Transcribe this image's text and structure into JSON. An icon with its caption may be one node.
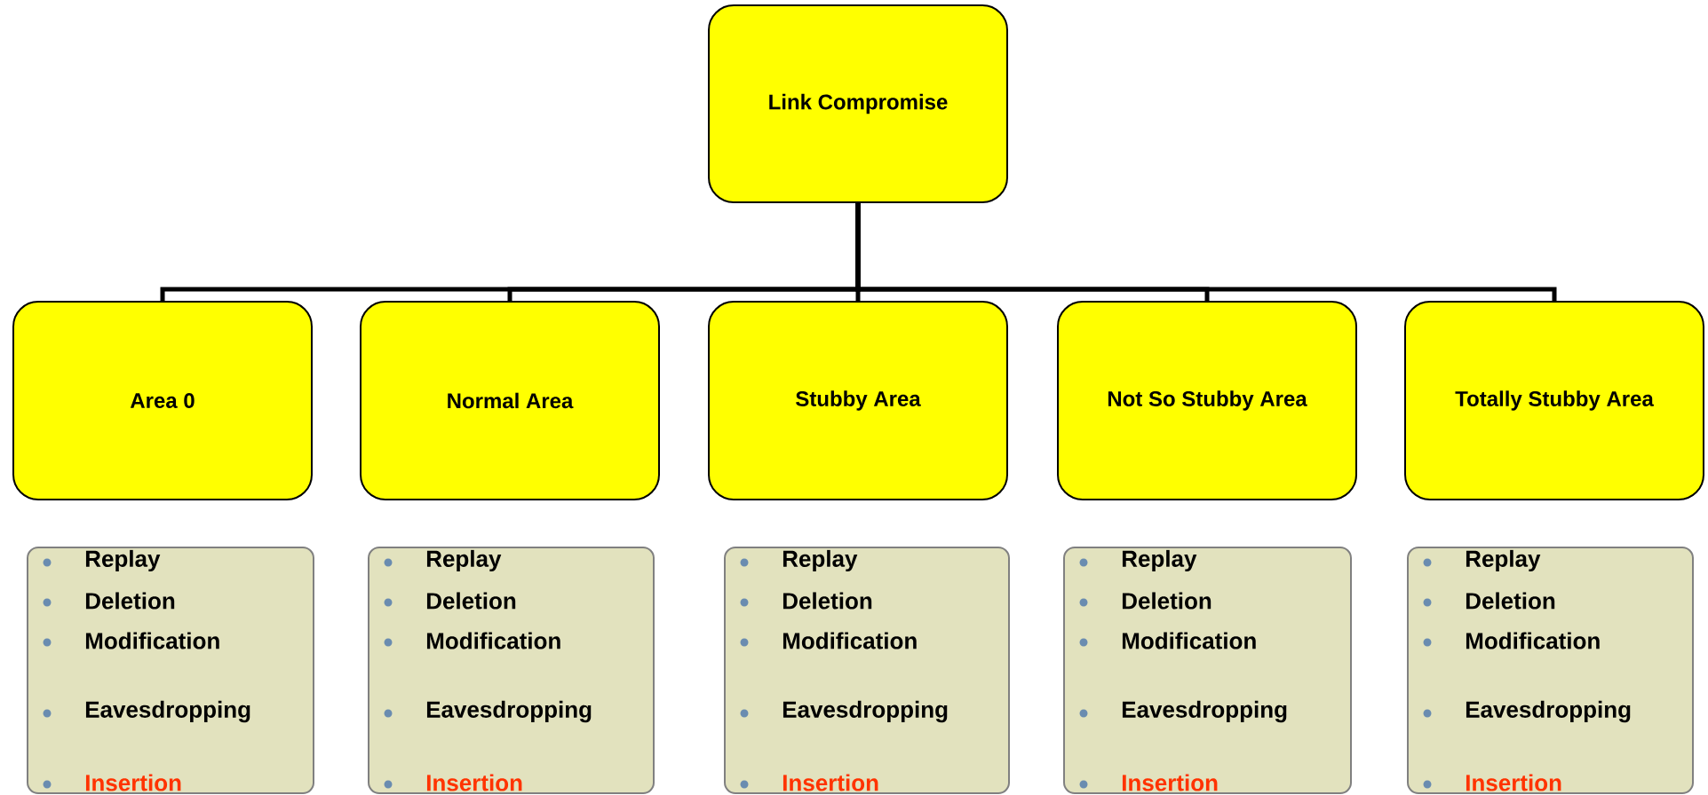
{
  "diagram": {
    "nodes": [
      {
        "text": [
          "Link Compromise"
        ]
      },
      {
        "text": [
          "Area 0"
        ]
      },
      {
        "text": [
          "Normal Area"
        ]
      },
      {
        "text": [
          "Stubby Area"
        ]
      },
      {
        "text": [
          "Not So Stubby Area"
        ]
      },
      {
        "text": [
          "Totally Stubby Area"
        ]
      },
      {
        "text": [
          "Replay",
          "Deletion",
          "Modification",
          "Eavesdropping",
          "Insertion"
        ]
      },
      {
        "text": [
          "Replay",
          "Deletion",
          "Modification",
          "Eavesdropping",
          "Insertion"
        ]
      },
      {
        "text": [
          "Replay",
          "Deletion",
          "Modification",
          "Eavesdropping",
          "Insertion"
        ]
      },
      {
        "text": [
          "Replay",
          "Deletion",
          "Modification",
          "Eavesdropping",
          "Insertion"
        ]
      },
      {
        "text": [
          "Replay",
          "Deletion",
          "Modification",
          "Eavesdropping",
          "Insertion"
        ]
      }
    ],
    "edges": [
      {
        "from": 0,
        "to": 1,
        "arrow": "none"
      },
      {
        "from": 0,
        "to": 2,
        "arrow": "none"
      },
      {
        "from": 0,
        "to": 3,
        "arrow": "none"
      },
      {
        "from": 0,
        "to": 4,
        "arrow": "none"
      },
      {
        "from": 0,
        "to": 5,
        "arrow": "none"
      }
    ]
  }
}
